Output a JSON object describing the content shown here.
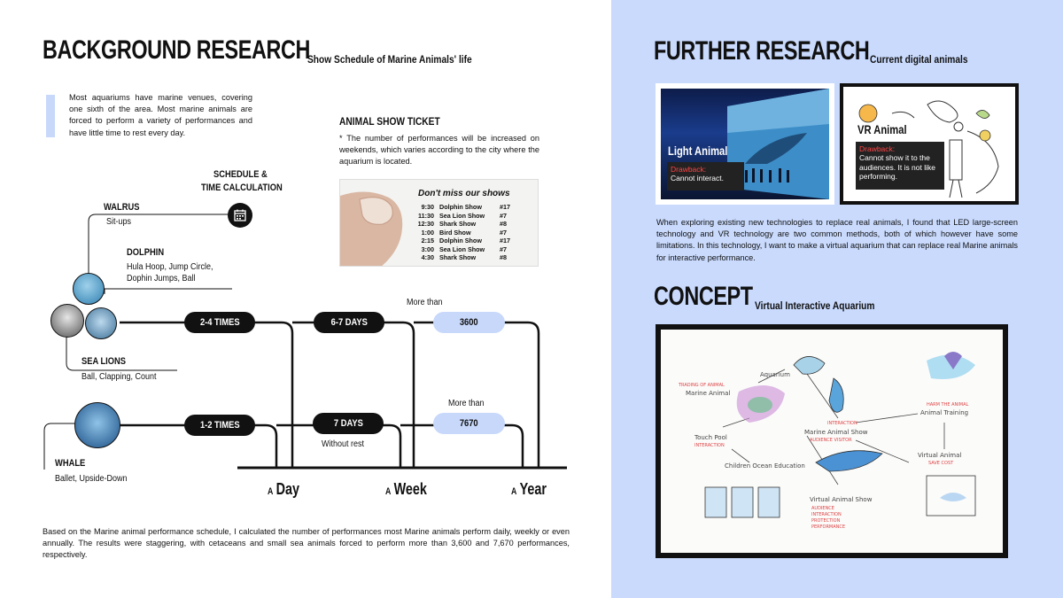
{
  "left": {
    "title": "BACKGROUND RESEARCH",
    "subtitle": "Show Schedule of Marine Animals' life",
    "intro": "Most aquariums have marine venues, covering one sixth of the area. Most marine animals are forced to perform a variety of performances and have little time to rest every day.",
    "ticket_title": "ANIMAL SHOW TICKET",
    "ticket_note": "* The number of performances will be increased on weekends, which varies according to the city where the aquarium is located.",
    "ticket": {
      "header": "Don't miss our shows",
      "rows": [
        {
          "time": "9:30",
          "show": "Dolphin Show",
          "num": "#17"
        },
        {
          "time": "11:30",
          "show": "Sea Lion Show",
          "num": "#7"
        },
        {
          "time": "12:30",
          "show": "Shark Show",
          "num": "#8"
        },
        {
          "time": "1:00",
          "show": "Bird Show",
          "num": "#7"
        },
        {
          "time": "2:15",
          "show": "Dolphin Show",
          "num": "#17"
        },
        {
          "time": "3:00",
          "show": "Sea Lion Show",
          "num": "#7"
        },
        {
          "time": "4:30",
          "show": "Shark Show",
          "num": "#8"
        }
      ]
    },
    "schedule_label_1": "SCHEDULE &",
    "schedule_label_2": "TIME CALCULATION",
    "animals": {
      "walrus": {
        "name": "WALRUS",
        "desc": "Sit-ups"
      },
      "dolphin": {
        "name": "DOLPHIN",
        "desc_1": "Hula Hoop, Jump Circle,",
        "desc_2": "Dophin Jumps, Ball"
      },
      "sea_lions": {
        "name": "SEA LIONS",
        "desc": "Ball, Clapping, Count"
      },
      "whale": {
        "name": "WHALE",
        "desc": "Ballet, Upside-Down"
      }
    },
    "pills": {
      "row1_times": "2-4 TIMES",
      "row1_days": "6-7 DAYS",
      "row1_more": "More than",
      "row1_total": "3600",
      "row2_times": "1-2 TIMES",
      "row2_days": "7 DAYS",
      "row2_rest": "Without rest",
      "row2_more": "More than",
      "row2_total": "7670"
    },
    "axis": {
      "day_a": "A",
      "day": "Day",
      "week_a": "A",
      "week": "Week",
      "year_a": "A",
      "year": "Year"
    },
    "conclusion": "Based on the Marine animal performance schedule, I calculated the number of performances most Marine animals perform daily, weekly or even annually. The results were staggering, with cetaceans and small sea animals forced to perform more than 3,600 and 7,670 performances, respectively."
  },
  "right": {
    "title": "FURTHER RESEARCH",
    "subtitle": "Current digital animals",
    "card1": {
      "title": "Light Animal",
      "drawback": "Drawback:",
      "text": "Cannot interact."
    },
    "card2": {
      "title": "VR Animal",
      "drawback": "Drawback:",
      "text": "Cannot show it to the audiences. It is not like performing."
    },
    "paragraph": "When exploring existing new technologies to replace real animals, I found that LED large-screen technology and VR technology are two common methods, both of which however have some limitations. In this technology, I want to make a virtual aquarium that can replace real Marine animals for interactive performance.",
    "concept_title": "CONCEPT",
    "concept_subtitle": "Virtual Interactive Aquarium",
    "sketch": {
      "aquarium": "Aquarium",
      "trading": "TRADING OF ANIMAL",
      "marine": "Marine Animal",
      "touch": "Touch Pool",
      "interaction1": "INTERACTION",
      "children": "Children Ocean Education",
      "interaction2": "INTERACTION",
      "show": "Marine Animal Show",
      "audience": "AUDIENCE VISITOR",
      "harm": "HARM THE ANIMAL",
      "training": "Animal Training",
      "virtual": "Virtual Animal",
      "save": "SAVE COST",
      "vshow": "Virtual Animal Show",
      "l1": "AUDIENCE",
      "l2": "INTERACTION",
      "l3": "PROTECTION",
      "l4": "PERFORMANCE"
    }
  },
  "colors": {
    "accent_blue": "#c9dafd",
    "pill_blue": "#c7d8fb",
    "drawback_red": "#ff4444"
  }
}
